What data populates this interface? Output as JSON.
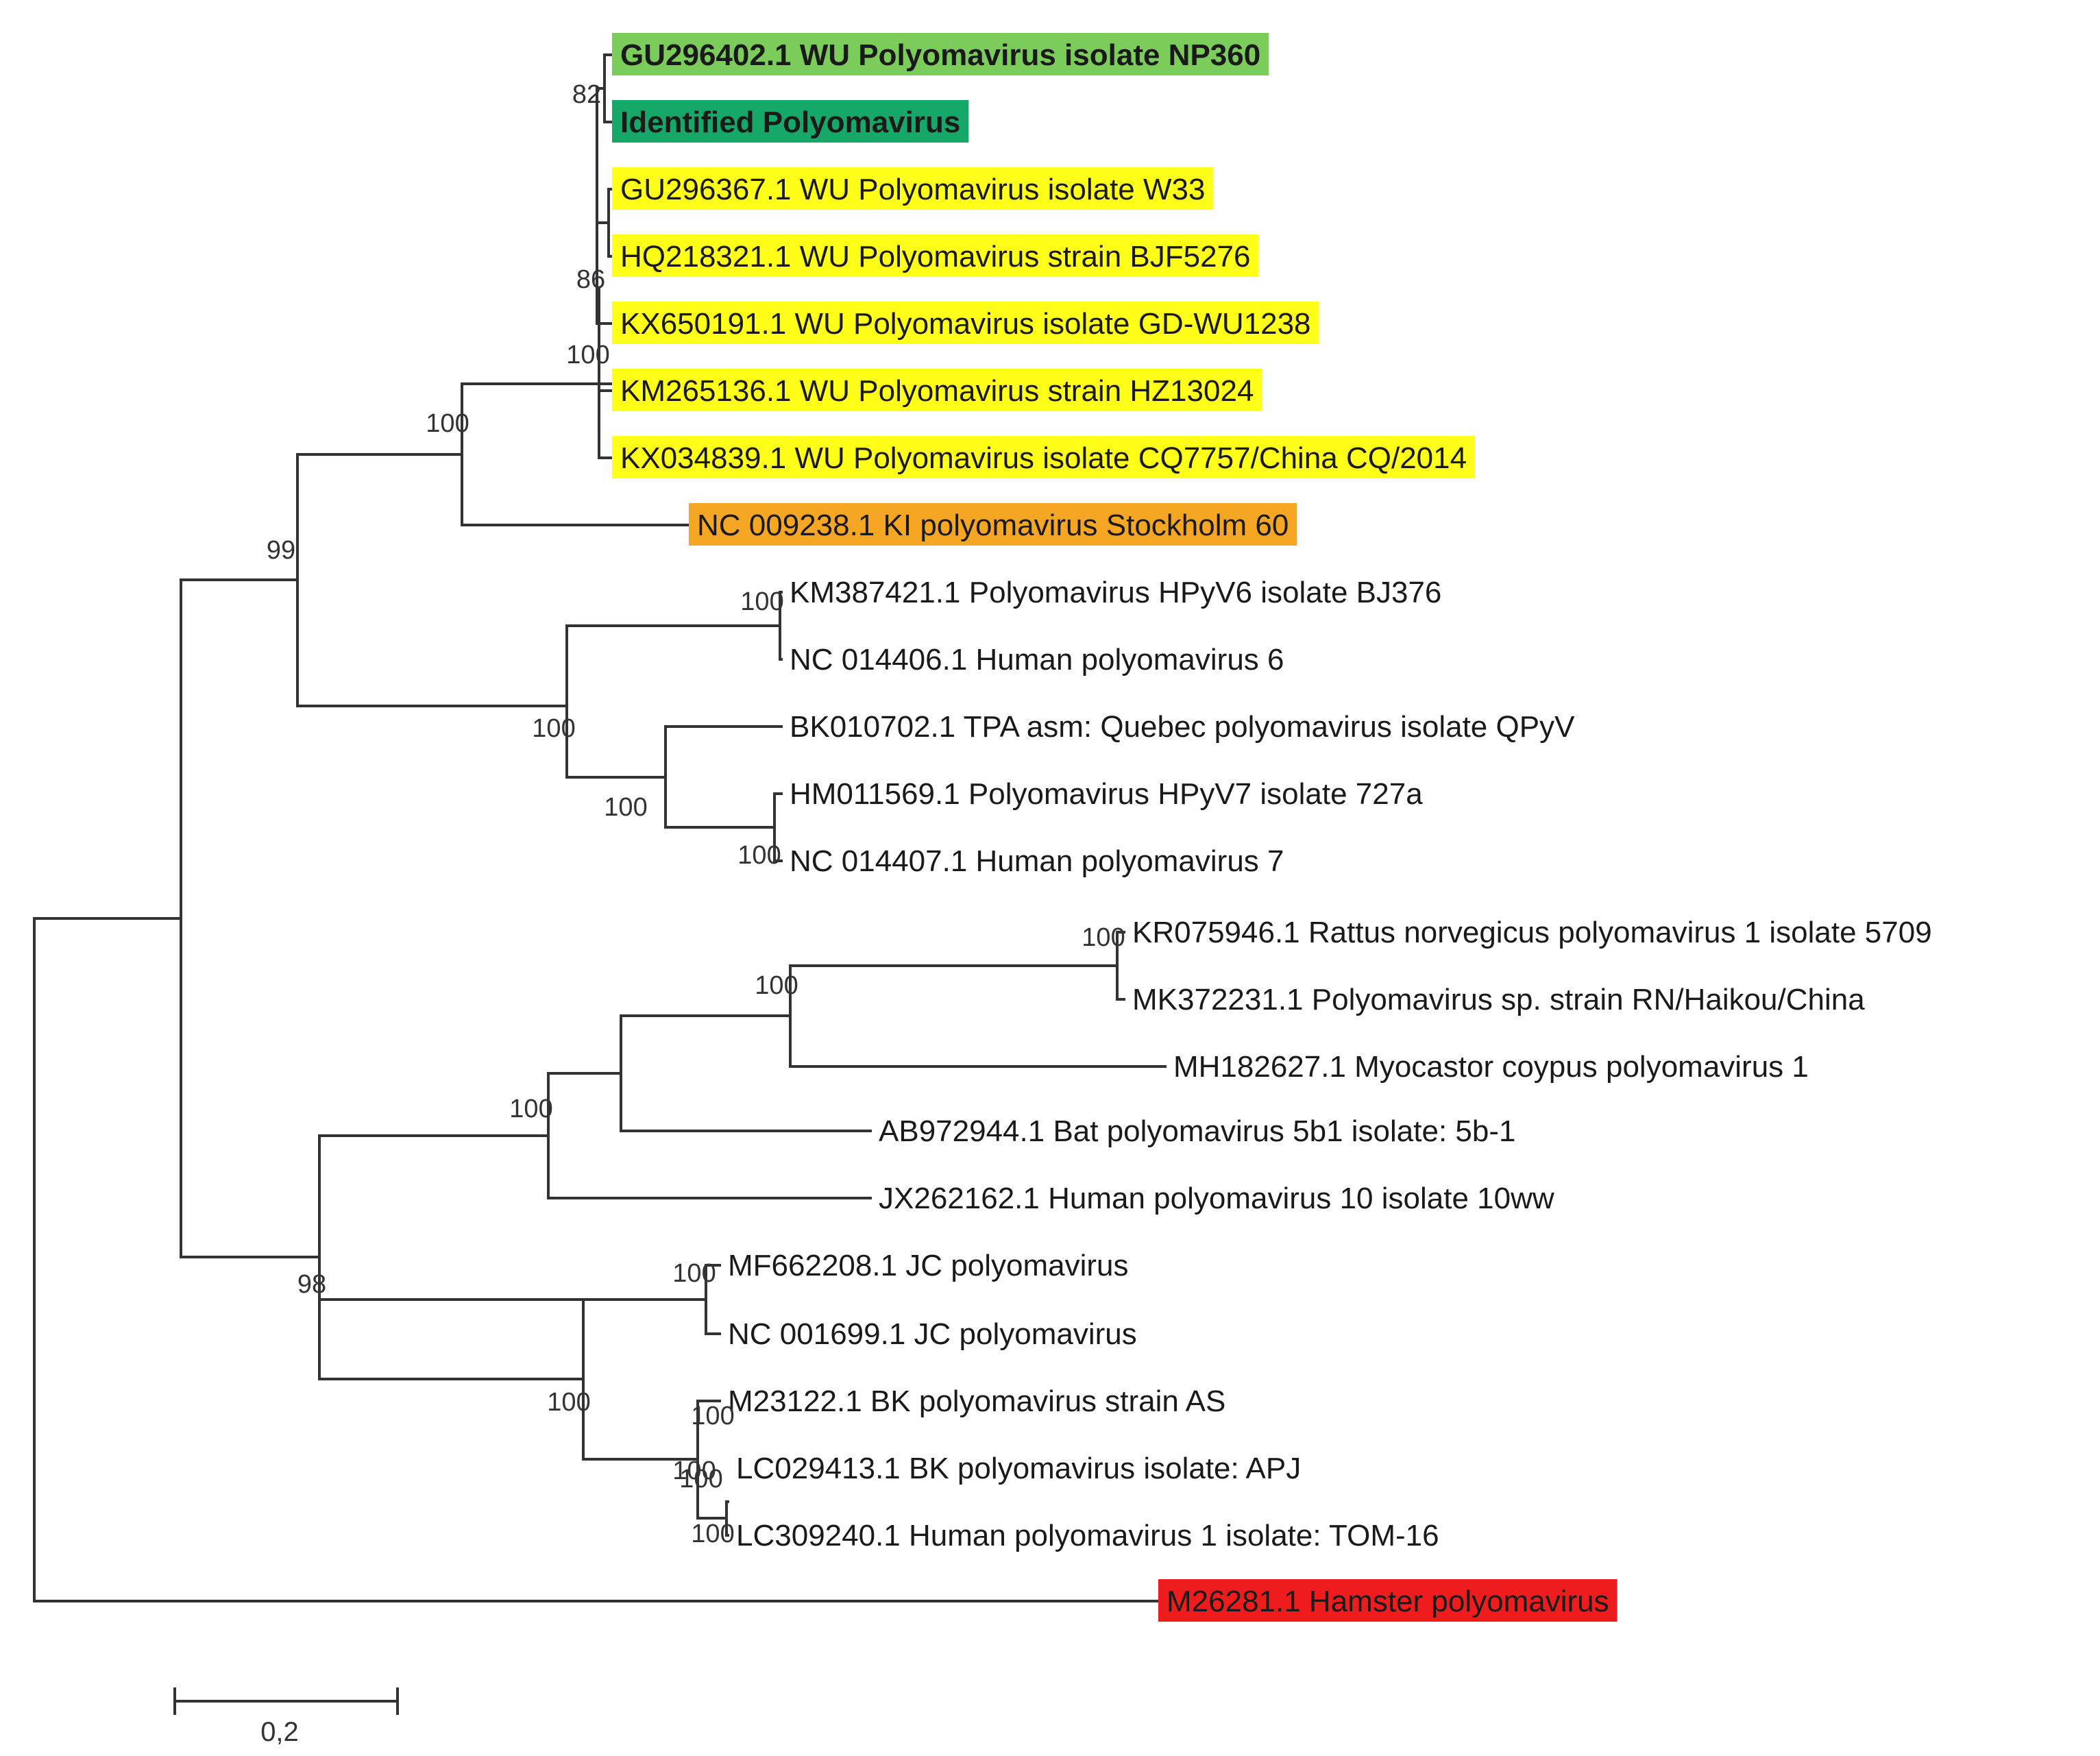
{
  "tree": {
    "leaves": [
      {
        "id": "L1",
        "label": "GU296402.1 WU Polyomavirus isolate NP360",
        "highlight": "#7ccc5c",
        "bold": true
      },
      {
        "id": "L2",
        "label": "Identified Polyomavirus",
        "highlight": "#16a868",
        "bold": true
      },
      {
        "id": "L3",
        "label": "GU296367.1 WU Polyomavirus isolate W33",
        "highlight": "#ffff1a",
        "bold": false
      },
      {
        "id": "L4",
        "label": "HQ218321.1 WU Polyomavirus strain BJF5276",
        "highlight": "#ffff1a",
        "bold": false
      },
      {
        "id": "L5",
        "label": "KX650191.1 WU Polyomavirus isolate GD-WU1238",
        "highlight": "#ffff1a",
        "bold": false
      },
      {
        "id": "L6",
        "label": "KM265136.1 WU Polyomavirus strain HZ13024",
        "highlight": "#ffff1a",
        "bold": false
      },
      {
        "id": "L7",
        "label": "KX034839.1 WU Polyomavirus isolate CQ7757/China CQ/2014",
        "highlight": "#ffff1a",
        "bold": false
      },
      {
        "id": "L8",
        "label": "NC 009238.1 KI polyomavirus Stockholm 60",
        "highlight": "#f5a623",
        "bold": false
      },
      {
        "id": "L9",
        "label": "KM387421.1 Polyomavirus HPyV6 isolate BJ376",
        "highlight": "",
        "bold": false
      },
      {
        "id": "L10",
        "label": "NC 014406.1 Human polyomavirus 6",
        "highlight": "",
        "bold": false
      },
      {
        "id": "L11",
        "label": "BK010702.1 TPA asm: Quebec polyomavirus isolate QPyV",
        "highlight": "",
        "bold": false
      },
      {
        "id": "L12",
        "label": "HM011569.1 Polyomavirus HPyV7 isolate 727a",
        "highlight": "",
        "bold": false
      },
      {
        "id": "L13",
        "label": "NC 014407.1 Human polyomavirus 7",
        "highlight": "",
        "bold": false
      },
      {
        "id": "L14",
        "label": "KR075946.1 Rattus norvegicus polyomavirus 1 isolate 5709",
        "highlight": "",
        "bold": false
      },
      {
        "id": "L15",
        "label": "MK372231.1 Polyomavirus sp. strain RN/Haikou/China",
        "highlight": "",
        "bold": false
      },
      {
        "id": "L16",
        "label": "MH182627.1 Myocastor coypus polyomavirus 1",
        "highlight": "",
        "bold": false
      },
      {
        "id": "L17",
        "label": "AB972944.1 Bat polyomavirus 5b1 isolate: 5b-1",
        "highlight": "",
        "bold": false
      },
      {
        "id": "L18",
        "label": "JX262162.1 Human polyomavirus 10 isolate 10ww",
        "highlight": "",
        "bold": false
      },
      {
        "id": "L19",
        "label": "MF662208.1 JC polyomavirus",
        "highlight": "",
        "bold": false
      },
      {
        "id": "L20",
        "label": "NC 001699.1 JC polyomavirus",
        "highlight": "",
        "bold": false
      },
      {
        "id": "L21",
        "label": "M23122.1 BK polyomavirus strain AS",
        "highlight": "",
        "bold": false
      },
      {
        "id": "L22",
        "label": "LC029413.1 BK polyomavirus isolate: APJ",
        "highlight": "",
        "bold": false
      },
      {
        "id": "L23",
        "label": "LC309240.1 Human polyomavirus 1 isolate: TOM-16",
        "highlight": "",
        "bold": false
      },
      {
        "id": "L24",
        "label": "M26281.1 Hamster polyomavirus",
        "highlight": "#ee1c1c",
        "bold": false
      }
    ],
    "bootstrap": [
      "82",
      "86",
      "100",
      "100",
      "99",
      "100",
      "100",
      "100",
      "100",
      "100",
      "100",
      "100",
      "100",
      "98",
      "100",
      "100",
      "100",
      "100",
      "100"
    ]
  },
  "scale_bar": {
    "label": "0,2"
  }
}
